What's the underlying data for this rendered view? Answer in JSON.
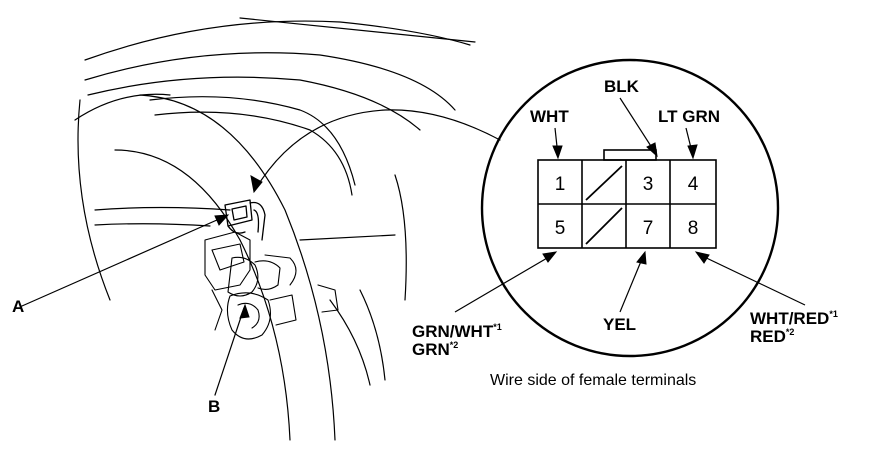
{
  "callouts": {
    "a": "A",
    "b": "B"
  },
  "wires": {
    "wht": "WHT",
    "blk": "BLK",
    "lt_grn": "LT GRN",
    "yel": "YEL",
    "grn_wht": "GRN/WHT",
    "grn_wht_note": "*1",
    "grn": "GRN",
    "grn_note": "*2",
    "wht_red": "WHT/RED",
    "wht_red_note": "*1",
    "red": "RED",
    "red_note": "*2"
  },
  "connector": {
    "pins": [
      "1",
      "3",
      "4",
      "5",
      "7",
      "8"
    ]
  },
  "caption": "Wire side of female terminals",
  "colors": {
    "ink": "#000000",
    "background": "#ffffff"
  }
}
